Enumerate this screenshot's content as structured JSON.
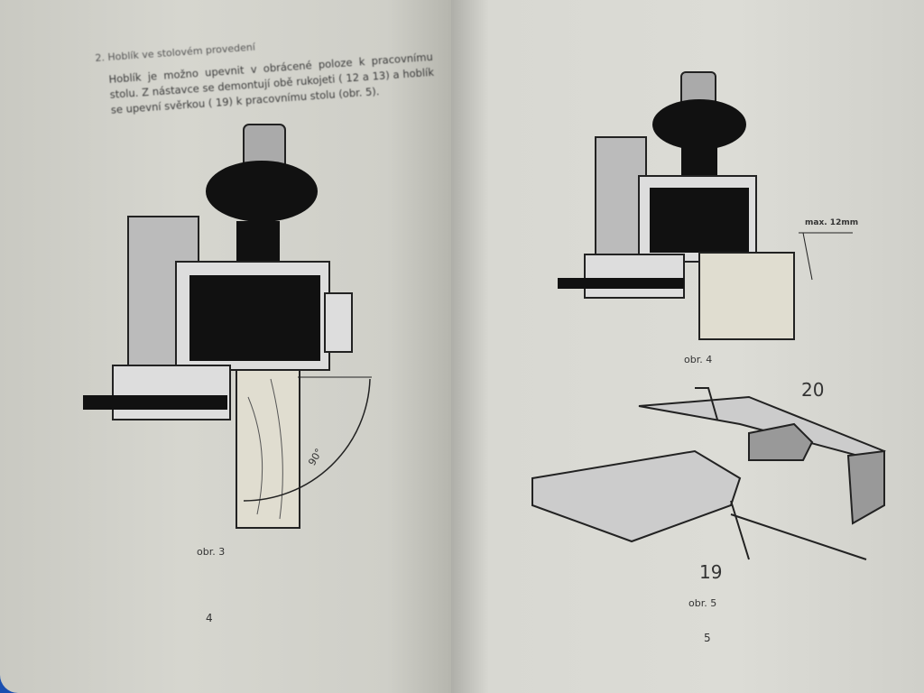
{
  "left_page": {
    "heading": "2. Hoblík ve stolovém provedení",
    "paragraph": "Hoblík je možno upevnit v obrácené poloze k pracovnímu stolu. Z nástavce se demontují obě rukojeti ( 12 a 13) a hoblík se upevní svěrkou ( 19) k pracovnímu stolu (obr. 5).",
    "figure_caption": "obr. 3",
    "angle_label": "90°",
    "page_number": "4"
  },
  "right_page": {
    "figure4_caption": "obr. 4",
    "max_label": "max. 12mm",
    "figure5_caption": "obr. 5",
    "label_20": "20",
    "label_19": "19",
    "page_number": "5"
  }
}
